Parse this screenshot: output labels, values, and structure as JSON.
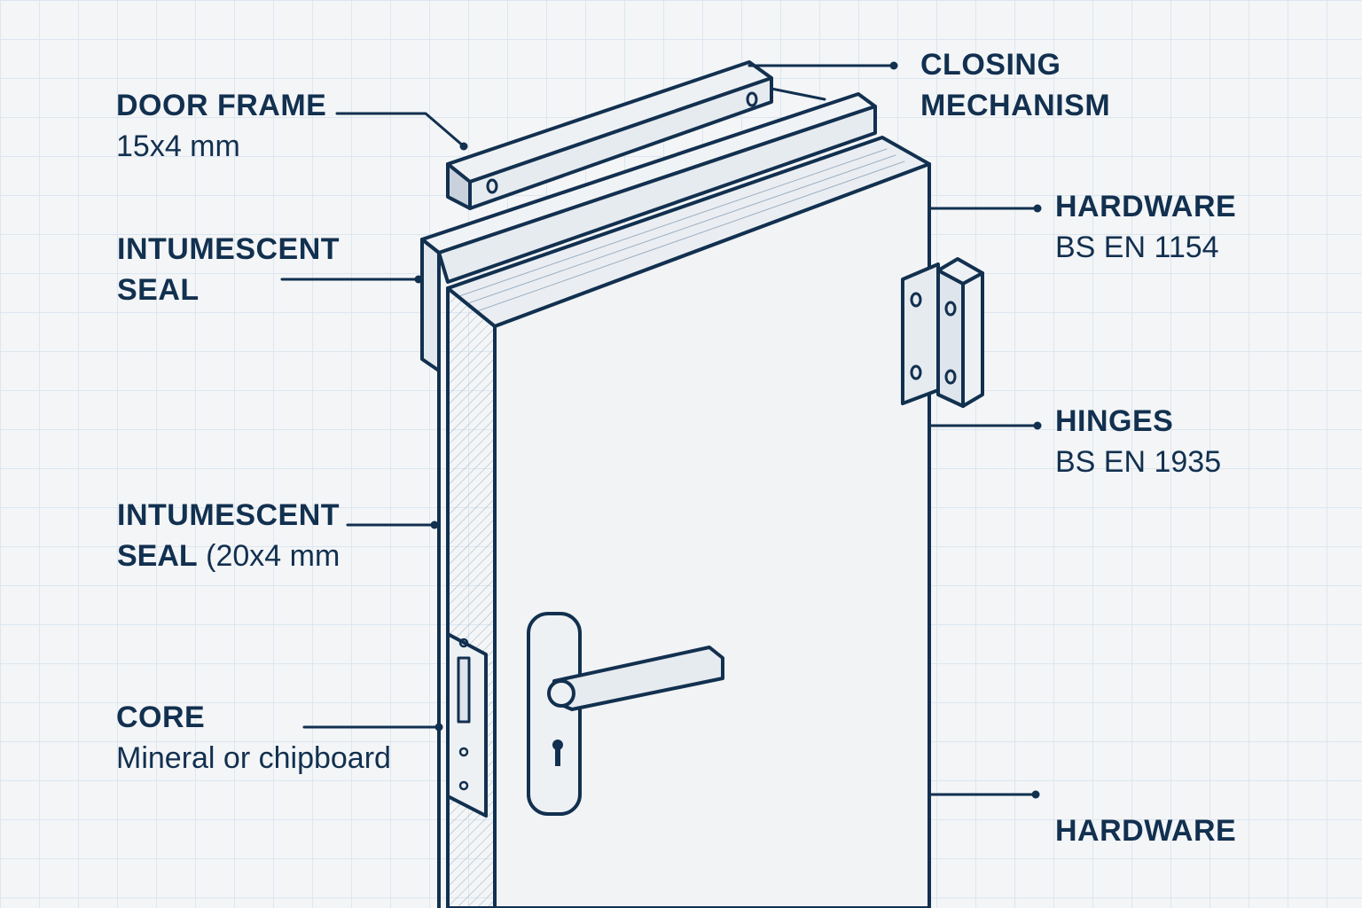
{
  "labels": {
    "door_frame": {
      "title": "DOOR FRAME",
      "sub": "15x4 mm"
    },
    "closing": {
      "title1": "CLOSING",
      "title2": "MECHANISM"
    },
    "seal_top": {
      "title1": "INTUMESCENT",
      "title2": "SEAL"
    },
    "hardware_top": {
      "title": "HARDWARE",
      "sub": "BS EN 1154"
    },
    "hinges": {
      "title": "HINGES",
      "sub": "BS EN 1935"
    },
    "seal_side": {
      "title": "INTUMESCENT",
      "sub_bold": "SEAL",
      "sub": "(20x4 mm"
    },
    "core": {
      "title": "CORE",
      "sub": "Mineral or chipboard"
    },
    "hardware_bottom": {
      "title": "HARDWARE"
    }
  },
  "colors": {
    "ink": "#12304f",
    "background": "#f3f5f7",
    "grid": "#dde6ef",
    "face": "#eef1f4"
  }
}
